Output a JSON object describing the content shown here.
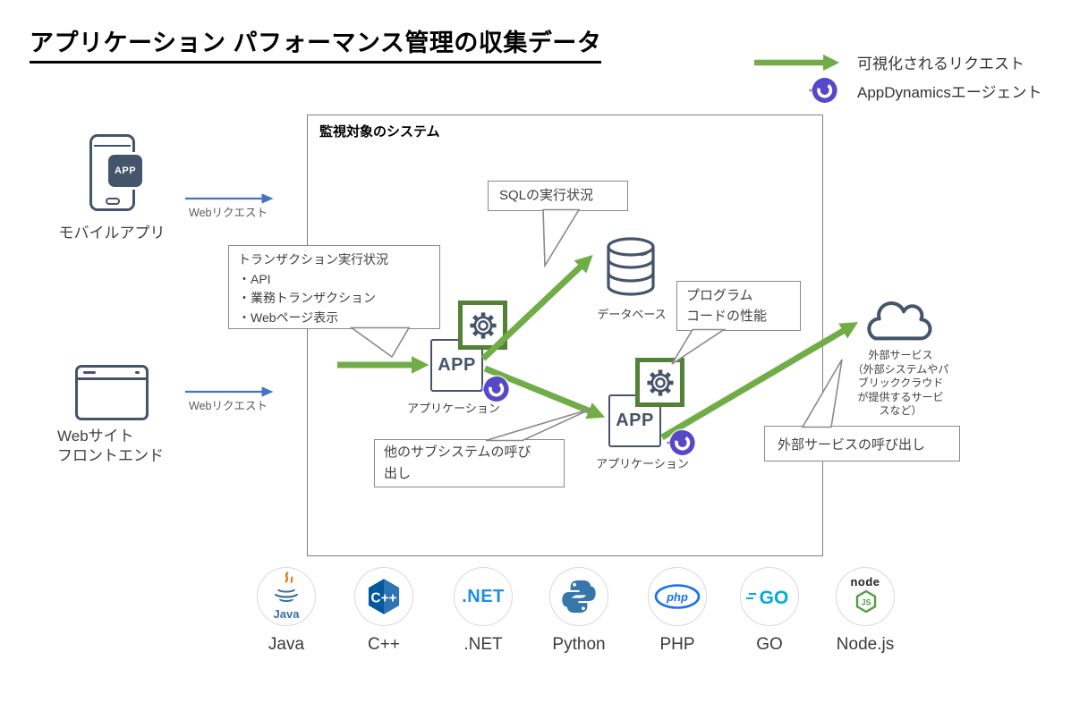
{
  "title": "アプリケーション パフォーマンス管理の収集データ",
  "legend": {
    "request_label": "可視化されるリクエスト",
    "agent_label": "AppDynamicsエージェント"
  },
  "system_box": {
    "title": "監視対象のシステム"
  },
  "sources": {
    "mobile": {
      "label": "モバイルアプリ",
      "badge": "APP",
      "arrow_label": "Webリクエスト"
    },
    "web": {
      "label_lines": [
        "Webサイト",
        "フロントエンド"
      ],
      "arrow_label": "Webリクエスト"
    }
  },
  "nodes": {
    "app1": {
      "box_label": "APP",
      "caption": "アプリケーション"
    },
    "app2": {
      "box_label": "APP",
      "caption": "アプリケーション"
    },
    "database": {
      "caption": "データベース"
    },
    "external_service": {
      "caption_lines": [
        "外部サービス",
        "（外部システムやパ",
        "ブリッククラウド",
        "が提供するサービ",
        "スなど）"
      ]
    }
  },
  "callouts": {
    "transaction": {
      "lines": [
        "トランザクション実行状況",
        "・API",
        "・業務トランザクション",
        "・Webページ表示"
      ]
    },
    "sql": {
      "text": "SQLの実行状況"
    },
    "program_code": {
      "lines": [
        "プログラム",
        "コードの性能"
      ]
    },
    "subsystem": {
      "lines": [
        "他のサブシステムの呼び",
        "出し"
      ]
    },
    "external": {
      "text": "外部サービスの呼び出し"
    }
  },
  "platforms": [
    {
      "label": "Java",
      "logo_text": "Java"
    },
    {
      "label": "C++",
      "logo_text": "C++"
    },
    {
      "label": ".NET",
      "logo_text": ".NET"
    },
    {
      "label": "Python",
      "logo_text": ""
    },
    {
      "label": "PHP",
      "logo_text": "php"
    },
    {
      "label": "GO",
      "logo_text": "GO"
    },
    {
      "label": "Node.js",
      "logo_text": "node",
      "badge_text": "JS"
    }
  ],
  "colors": {
    "request_arrow_green": "#70AD47",
    "gear_frame_green": "#538135",
    "web_request_blue": "#4472C4",
    "icon_navy": "#44546A",
    "appdynamics_purple": "#5847C8",
    "callout_border_gray": "#8A8A8A",
    "java_blue": "#3B6EA5",
    "java_flame_orange": "#E76F00",
    "cpp_blue": "#00599C",
    "dotnet_blue": "#1D8FE1",
    "python_blue": "#3776AB",
    "python_yellow": "#FFD43B",
    "php_blue": "#1A6FF2",
    "go_cyan": "#00ACD7",
    "node_green": "#539E43"
  }
}
